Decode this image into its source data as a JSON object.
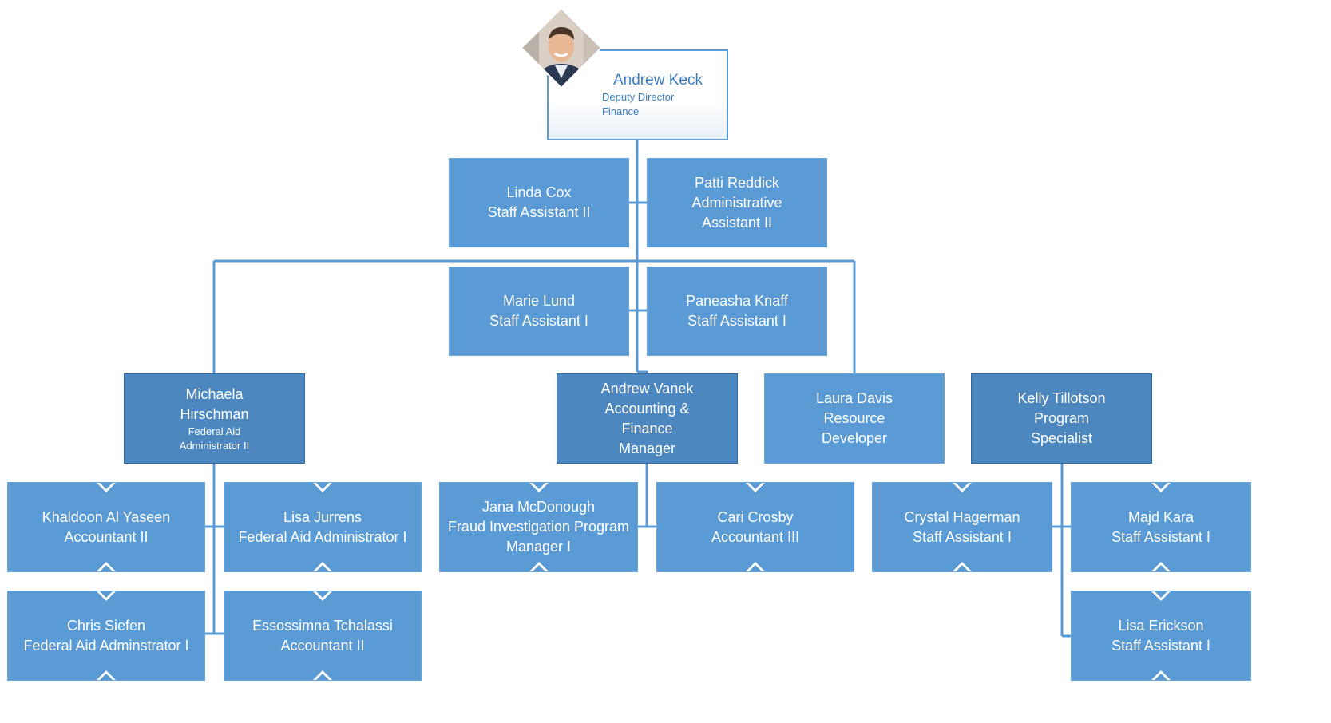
{
  "colors": {
    "box": "#5b9bd5",
    "manager_box": "#4d87c0",
    "connector": "#5b9bd5",
    "top_text": "#3c7dc1"
  },
  "top": {
    "name": "Andrew Keck",
    "title_1": "Deputy Director",
    "title_2": "Finance",
    "photo_icon": "person-photo"
  },
  "staff": {
    "linda": [
      "Linda Cox",
      "Staff Assistant II"
    ],
    "patti": [
      "Patti Reddick",
      "Administrative",
      "Assistant II"
    ],
    "marie": [
      "Marie Lund",
      "Staff Assistant I"
    ],
    "paneasha": [
      "Paneasha Knaff",
      "Staff Assistant I"
    ]
  },
  "managers": {
    "michaela": {
      "name_1": "Michaela",
      "name_2": "Hirschman",
      "title_1": "Federal Aid",
      "title_2": "Administrator II"
    },
    "vanek": [
      "Andrew Vanek",
      "Accounting &",
      "Finance",
      "Manager"
    ],
    "laura": [
      "Laura Davis",
      "Resource",
      "Developer"
    ],
    "kelly": [
      "Kelly Tillotson",
      "Program",
      "Specialist"
    ]
  },
  "reports": {
    "khaldoon": [
      "Khaldoon Al Yaseen",
      "Accountant II"
    ],
    "lisa_j": [
      "Lisa Jurrens",
      "Federal Aid Administrator I"
    ],
    "chris": [
      "Chris Siefen",
      "Federal Aid Adminstrator I"
    ],
    "essossimna": [
      "Essossimna Tchalassi",
      "Accountant II"
    ],
    "jana": [
      "Jana McDonough",
      "Fraud Investigation Program",
      "Manager I"
    ],
    "cari": [
      "Cari Crosby",
      "Accountant III"
    ],
    "crystal": [
      "Crystal Hagerman",
      "Staff Assistant I"
    ],
    "majd": [
      "Majd Kara",
      "Staff Assistant I"
    ],
    "lisa_e": [
      "Lisa Erickson",
      "Staff Assistant I"
    ]
  }
}
